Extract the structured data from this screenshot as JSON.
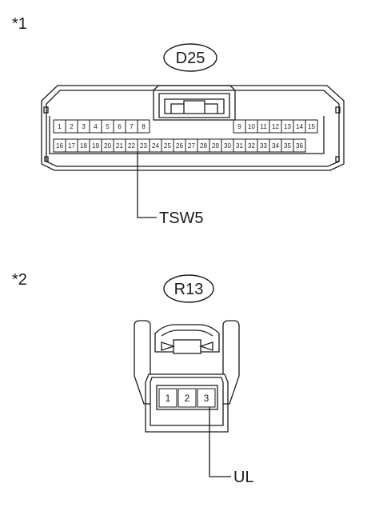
{
  "figure": {
    "section1": {
      "marker": "*1",
      "connector_id": "D25",
      "top_row_left": [
        "1",
        "2",
        "3",
        "4",
        "5",
        "6",
        "7",
        "8"
      ],
      "top_row_right": [
        "9",
        "10",
        "11",
        "12",
        "13",
        "14",
        "15"
      ],
      "bottom_row": [
        "16",
        "17",
        "18",
        "19",
        "20",
        "21",
        "22",
        "23",
        "24",
        "25",
        "26",
        "27",
        "28",
        "29",
        "30",
        "31",
        "32",
        "33",
        "34",
        "35",
        "36"
      ],
      "callout_label": "TSW5",
      "callout_pin": "22"
    },
    "section2": {
      "marker": "*2",
      "connector_id": "R13",
      "pins": [
        "1",
        "2",
        "3"
      ],
      "callout_label": "UL",
      "callout_pin": "3"
    }
  }
}
